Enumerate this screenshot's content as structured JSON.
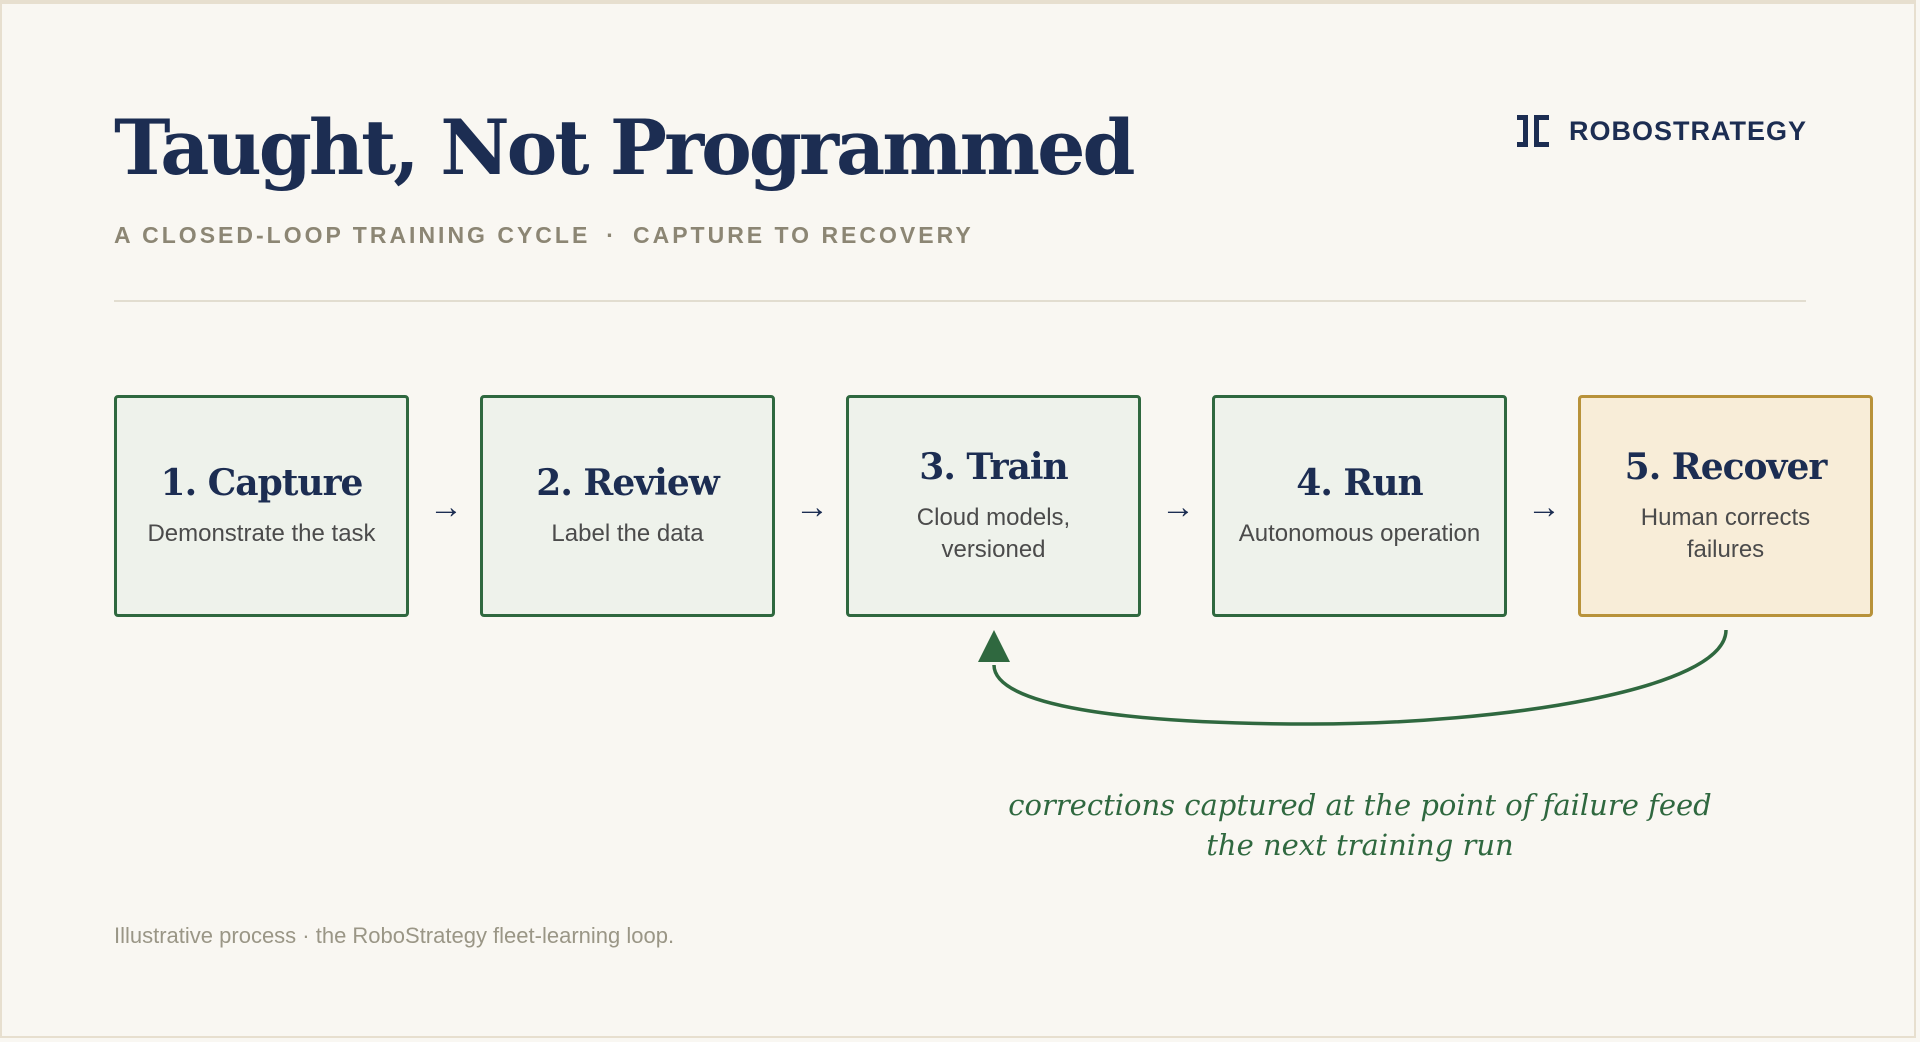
{
  "header": {
    "title": "Taught, Not Programmed",
    "subtitle_part1": "A CLOSED-LOOP TRAINING CYCLE",
    "subtitle_sep": "·",
    "subtitle_part2": "CAPTURE TO RECOVERY"
  },
  "brand": {
    "name": "ROBOSTRATEGY",
    "icon": "bracket-logo-icon",
    "color": "#1c2d52"
  },
  "steps": [
    {
      "title": "1. Capture",
      "desc": "Demonstrate the task"
    },
    {
      "title": "2. Review",
      "desc": "Label the data"
    },
    {
      "title": "3. Train",
      "desc": "Cloud models, versioned"
    },
    {
      "title": "4. Run",
      "desc": "Autonomous operation"
    },
    {
      "title": "5. Recover",
      "desc": "Human corrects failures"
    }
  ],
  "arrow_glyph": "→",
  "loop": {
    "from": "5. Recover",
    "to": "3. Train",
    "caption": "corrections captured at the point of failure feed the next training run"
  },
  "footnote": "Illustrative process · the RoboStrategy fleet-learning loop.",
  "colors": {
    "step_border": "#2f683f",
    "step_fill": "#eef2eb",
    "recover_border": "#b8923a",
    "recover_fill": "#f8edd8",
    "loop_line": "#2f683f"
  }
}
